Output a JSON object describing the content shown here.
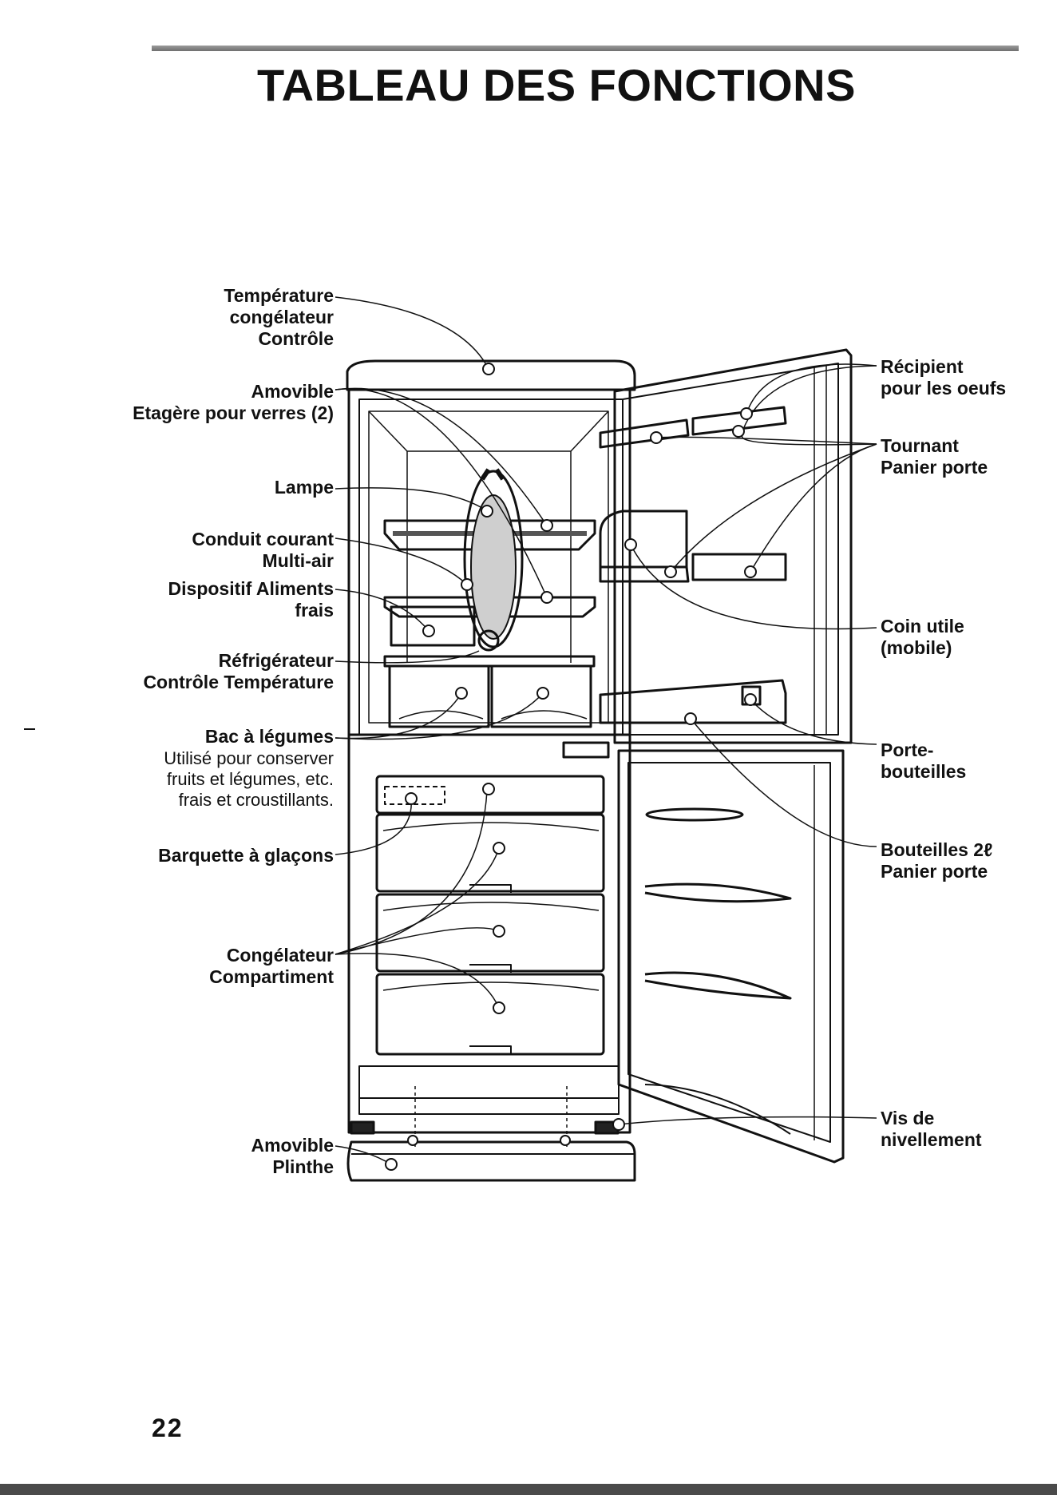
{
  "page": {
    "title": "TABLEAU DES FONCTIONS",
    "page_number": "22"
  },
  "labels_left": {
    "freezer_temp_control": [
      "Température",
      "congélateur",
      "Contrôle"
    ],
    "glass_shelf": [
      "Amovible",
      "Etagère pour verres (2)"
    ],
    "lamp": [
      "Lampe"
    ],
    "multi_air": [
      "Conduit courant",
      "Multi-air"
    ],
    "fresh_food": [
      "Dispositif Aliments",
      "frais"
    ],
    "fridge_temp_control": [
      "Réfrigérateur",
      "Contrôle Température"
    ],
    "vegetable_bin": [
      "Bac à légumes"
    ],
    "vegetable_bin_desc": [
      "Utilisé pour conserver",
      "fruits et légumes, etc.",
      "frais et croustillants."
    ],
    "ice_tray": [
      "Barquette à glaçons"
    ],
    "freezer_compartment": [
      "Congélateur",
      "Compartiment"
    ],
    "plinth": [
      "Amovible",
      "Plinthe"
    ]
  },
  "labels_right": {
    "egg_container": [
      "Récipient",
      "pour les oeufs"
    ],
    "rotating_basket": [
      "Tournant",
      "Panier porte"
    ],
    "utility_corner": [
      "Coin utile",
      "(mobile)"
    ],
    "bottle_holder": [
      "Porte-",
      "bouteilles"
    ],
    "bottle_basket": [
      "Bouteilles 2ℓ",
      "Panier porte"
    ],
    "leveling_screw": [
      "Vis de",
      "nivellement"
    ]
  },
  "colors": {
    "ink": "#111111",
    "rule": "#7a7a7a",
    "lamp_fill": "#cfcfcf"
  }
}
